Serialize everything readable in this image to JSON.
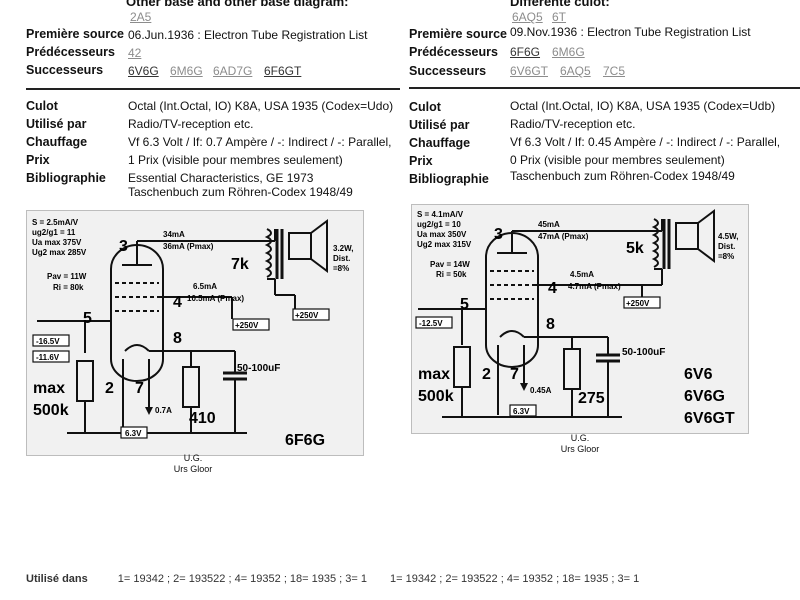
{
  "left": {
    "header": {
      "heading": "Other base and other base diagram:",
      "top_link": "2A5",
      "premiere_source_label": "Première source",
      "premiere_source_value": "06.Jun.1936 : Electron Tube Registration List",
      "predecesseurs_label": "Prédécesseurs",
      "predecesseurs": [
        "42"
      ],
      "successeurs_label": "Successeurs",
      "successeurs": [
        "6V6G",
        "6M6G",
        "6AD7G",
        "6F6GT"
      ]
    },
    "specs": {
      "culot_label": "Culot",
      "culot_value": "Octal (Int.Octal, IO) K8A, USA 1935 (Codex=Udo)",
      "utilise_label": "Utilisé par",
      "utilise_value": "Radio/TV-reception etc.",
      "chauffage_label": "Chauffage",
      "chauffage_value": "Vf 6.3 Volt / If: 0.7 Ampère / -: Indirect / -: Parallel,",
      "prix_label": "Prix",
      "prix_value": "1 Prix (visible pour membres seulement)",
      "biblio_label": "Bibliographie",
      "biblio_value_1": "Essential Characteristics, GE 1973",
      "biblio_value_2": "Taschenbuch zum Röhren-Codex 1948/49"
    },
    "diagram": {
      "spec1": "S = 2.5mA/V",
      "spec2": "ug2/g1 = 11",
      "spec3": "Ua max 375V",
      "spec4": "Ug2 max 285V",
      "pav": "Pav = 11W",
      "ri": "Ri = 80k",
      "pin3": "3",
      "pin4": "4",
      "pin5": "5",
      "pin8": "8",
      "pin2": "2",
      "pin7": "7",
      "anode_current_1": "34mA",
      "anode_current_2": "36mA (Pmax)",
      "screen_current_1": "6.5mA",
      "screen_current_2": "10.5mA (Pmax)",
      "load": "7k",
      "speaker_1": "3.2W,",
      "speaker_2": "Dist.",
      "speaker_3": "=8%",
      "supply_a": "+250V",
      "supply_b": "+250V",
      "bias_1": "-16.5V",
      "bias_2": "-11.6V",
      "rmax_1": "max",
      "rmax_2": "500k",
      "heater_current": "0.7A",
      "heater_voltage": "6.3V",
      "rk": "410",
      "ck": "50-100uF",
      "tube_name": "6F6G"
    },
    "caption_1": "U.G.",
    "caption_2": "Urs Gloor",
    "footer_label": "Utilisé dans",
    "footer_value": "1= 19342 ; 2= 193522 ; 4= 19352 ; 18= 1935 ; 3= 1"
  },
  "right": {
    "header": {
      "heading": "Différente culot:",
      "top_links": [
        "6AQ5",
        "6T"
      ],
      "premiere_source_label": "Première source",
      "premiere_source_value": "09.Nov.1936 : Electron Tube Registration List",
      "predecesseurs_label": "Prédécesseurs",
      "predecesseurs": [
        "6F6G",
        "6M6G"
      ],
      "successeurs_label": "Successeurs",
      "successeurs": [
        "6V6GT",
        "6AQ5",
        "7C5"
      ]
    },
    "specs": {
      "culot_label": "Culot",
      "culot_value": "Octal (Int.Octal, IO) K8A, USA 1935 (Codex=Udb)",
      "utilise_label": "Utilisé par",
      "utilise_value": "Radio/TV-reception etc.",
      "chauffage_label": "Chauffage",
      "chauffage_value": "Vf 6.3 Volt / If: 0.45 Ampère / -: Indirect / -: Parallel,",
      "prix_label": "Prix",
      "prix_value": "0 Prix (visible pour membres seulement)",
      "biblio_label": "Bibliographie",
      "biblio_value_1": "Taschenbuch zum Röhren-Codex 1948/49"
    },
    "diagram": {
      "spec1": "S = 4.1mA/V",
      "spec2": "ug2/g1 = 10",
      "spec3": "Ua max 350V",
      "spec4": "Ug2 max 315V",
      "pav": "Pav = 14W",
      "ri": "Ri = 50k",
      "pin3": "3",
      "pin4": "4",
      "pin5": "5",
      "pin8": "8",
      "pin2": "2",
      "pin7": "7",
      "anode_current_1": "45mA",
      "anode_current_2": "47mA (Pmax)",
      "screen_current_1": "4.5mA",
      "screen_current_2": "4.7mA (Pmax)",
      "load": "5k",
      "speaker_1": "4.5W,",
      "speaker_2": "Dist.",
      "speaker_3": "=8%",
      "supply_a": "+250V",
      "bias_1": "-12.5V",
      "rmax_1": "max",
      "rmax_2": "500k",
      "heater_current": "0.45A",
      "heater_voltage": "6.3V",
      "rk": "275",
      "ck": "50-100uF",
      "tube_name_1": "6V6",
      "tube_name_2": "6V6G",
      "tube_name_3": "6V6GT"
    },
    "caption_1": "U.G.",
    "caption_2": "Urs Gloor",
    "footer_value": "1= 19342 ; 2= 193522 ; 4= 19352 ; 18= 1935 ; 3= 1"
  }
}
